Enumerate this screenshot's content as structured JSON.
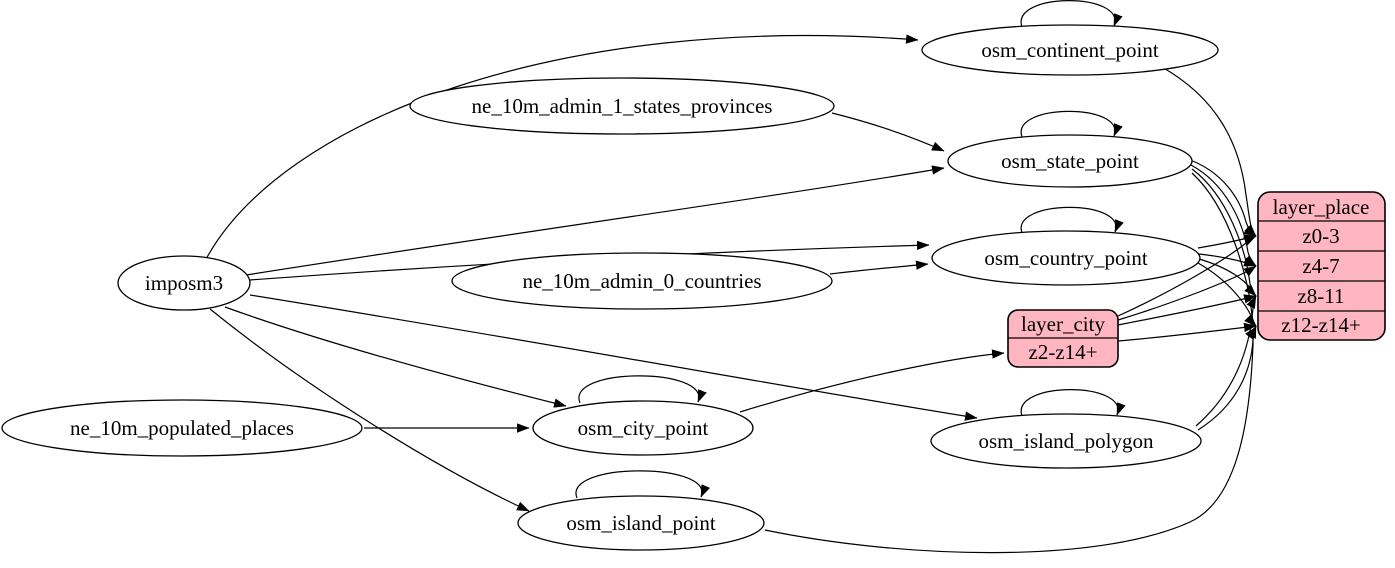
{
  "diagram": {
    "type": "graphviz-etl-digraph",
    "colors": {
      "background": "#ffffff",
      "node_fill": "#ffffff",
      "record_fill": "#ffb6c1",
      "stroke": "#000000"
    },
    "nodes": {
      "imposm3": {
        "label": "imposm3",
        "shape": "ellipse"
      },
      "ne_10m_admin_1_states_provinces": {
        "label": "ne_10m_admin_1_states_provinces",
        "shape": "ellipse"
      },
      "ne_10m_admin_0_countries": {
        "label": "ne_10m_admin_0_countries",
        "shape": "ellipse"
      },
      "ne_10m_populated_places": {
        "label": "ne_10m_populated_places",
        "shape": "ellipse"
      },
      "osm_continent_point": {
        "label": "osm_continent_point",
        "shape": "ellipse"
      },
      "osm_state_point": {
        "label": "osm_state_point",
        "shape": "ellipse"
      },
      "osm_country_point": {
        "label": "osm_country_point",
        "shape": "ellipse"
      },
      "osm_city_point": {
        "label": "osm_city_point",
        "shape": "ellipse"
      },
      "osm_island_polygon": {
        "label": "osm_island_polygon",
        "shape": "ellipse"
      },
      "osm_island_point": {
        "label": "osm_island_point",
        "shape": "ellipse"
      }
    },
    "records": {
      "layer_place": {
        "title": "layer_place",
        "rows": [
          "z0-3",
          "z4-7",
          "z8-11",
          "z12-z14+"
        ]
      },
      "layer_city": {
        "title": "layer_city",
        "rows": [
          "z2-z14+"
        ]
      }
    },
    "edges": [
      {
        "from": "imposm3",
        "to": "osm_continent_point"
      },
      {
        "from": "imposm3",
        "to": "osm_state_point"
      },
      {
        "from": "imposm3",
        "to": "osm_country_point"
      },
      {
        "from": "imposm3",
        "to": "osm_city_point"
      },
      {
        "from": "imposm3",
        "to": "osm_island_polygon"
      },
      {
        "from": "imposm3",
        "to": "osm_island_point"
      },
      {
        "from": "ne_10m_admin_1_states_provinces",
        "to": "osm_state_point"
      },
      {
        "from": "ne_10m_admin_0_countries",
        "to": "osm_country_point"
      },
      {
        "from": "ne_10m_populated_places",
        "to": "osm_city_point"
      },
      {
        "from": "osm_continent_point",
        "to": "osm_continent_point"
      },
      {
        "from": "osm_state_point",
        "to": "osm_state_point"
      },
      {
        "from": "osm_country_point",
        "to": "osm_country_point"
      },
      {
        "from": "osm_city_point",
        "to": "osm_city_point"
      },
      {
        "from": "osm_island_polygon",
        "to": "osm_island_polygon"
      },
      {
        "from": "osm_island_point",
        "to": "osm_island_point"
      },
      {
        "from": "osm_continent_point",
        "to": "layer_place:z0-3"
      },
      {
        "from": "osm_state_point",
        "to": "layer_place:z0-3"
      },
      {
        "from": "osm_state_point",
        "to": "layer_place:z4-7"
      },
      {
        "from": "osm_state_point",
        "to": "layer_place:z8-11"
      },
      {
        "from": "osm_state_point",
        "to": "layer_place:z12-z14+"
      },
      {
        "from": "osm_country_point",
        "to": "layer_place:z0-3"
      },
      {
        "from": "osm_country_point",
        "to": "layer_place:z4-7"
      },
      {
        "from": "osm_country_point",
        "to": "layer_place:z8-11"
      },
      {
        "from": "osm_country_point",
        "to": "layer_place:z12-z14+"
      },
      {
        "from": "osm_city_point",
        "to": "layer_city:z2-z14+"
      },
      {
        "from": "layer_city",
        "to": "layer_place:z0-3"
      },
      {
        "from": "layer_city",
        "to": "layer_place:z4-7"
      },
      {
        "from": "layer_city",
        "to": "layer_place:z8-11"
      },
      {
        "from": "layer_city",
        "to": "layer_place:z12-z14+"
      },
      {
        "from": "osm_island_polygon",
        "to": "layer_place:z8-11"
      },
      {
        "from": "osm_island_polygon",
        "to": "layer_place:z12-z14+"
      },
      {
        "from": "osm_island_point",
        "to": "layer_place:z12-z14+"
      }
    ]
  }
}
